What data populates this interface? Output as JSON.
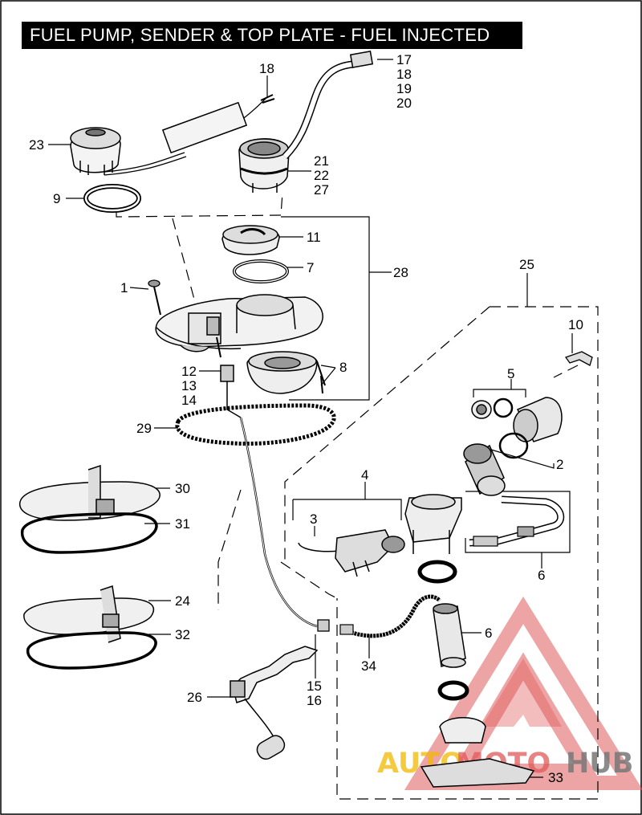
{
  "title": "FUEL PUMP, SENDER & TOP PLATE - FUEL INJECTED",
  "watermark": {
    "brand_a": "AUTO",
    "brand_b": "MOTO",
    "brand_c": "HUB",
    "color_red": "#e05a5a",
    "color_gold": "#f0b800",
    "color_gray": "#777777"
  },
  "callouts": [
    {
      "id": "c17",
      "label": "17"
    },
    {
      "id": "c18a",
      "label": "18"
    },
    {
      "id": "c19",
      "label": "19"
    },
    {
      "id": "c20",
      "label": "20"
    },
    {
      "id": "c18b",
      "label": "18"
    },
    {
      "id": "c23",
      "label": "23"
    },
    {
      "id": "c21",
      "label": "21"
    },
    {
      "id": "c22",
      "label": "22"
    },
    {
      "id": "c27",
      "label": "27"
    },
    {
      "id": "c9",
      "label": "9"
    },
    {
      "id": "c11",
      "label": "11"
    },
    {
      "id": "c7",
      "label": "7"
    },
    {
      "id": "c28",
      "label": "28"
    },
    {
      "id": "c25",
      "label": "25"
    },
    {
      "id": "c1",
      "label": "1"
    },
    {
      "id": "c10",
      "label": "10"
    },
    {
      "id": "c8",
      "label": "8"
    },
    {
      "id": "c12",
      "label": "12"
    },
    {
      "id": "c13",
      "label": "13"
    },
    {
      "id": "c14",
      "label": "14"
    },
    {
      "id": "c5",
      "label": "5"
    },
    {
      "id": "c29",
      "label": "29"
    },
    {
      "id": "c2",
      "label": "2"
    },
    {
      "id": "c4",
      "label": "4"
    },
    {
      "id": "c30",
      "label": "30"
    },
    {
      "id": "c3",
      "label": "3"
    },
    {
      "id": "c31",
      "label": "31"
    },
    {
      "id": "c6a",
      "label": "6"
    },
    {
      "id": "c24",
      "label": "24"
    },
    {
      "id": "c6b",
      "label": "6"
    },
    {
      "id": "c32",
      "label": "32"
    },
    {
      "id": "c34",
      "label": "34"
    },
    {
      "id": "c15",
      "label": "15"
    },
    {
      "id": "c16",
      "label": "16"
    },
    {
      "id": "c26",
      "label": "26"
    },
    {
      "id": "c33",
      "label": "33"
    }
  ]
}
